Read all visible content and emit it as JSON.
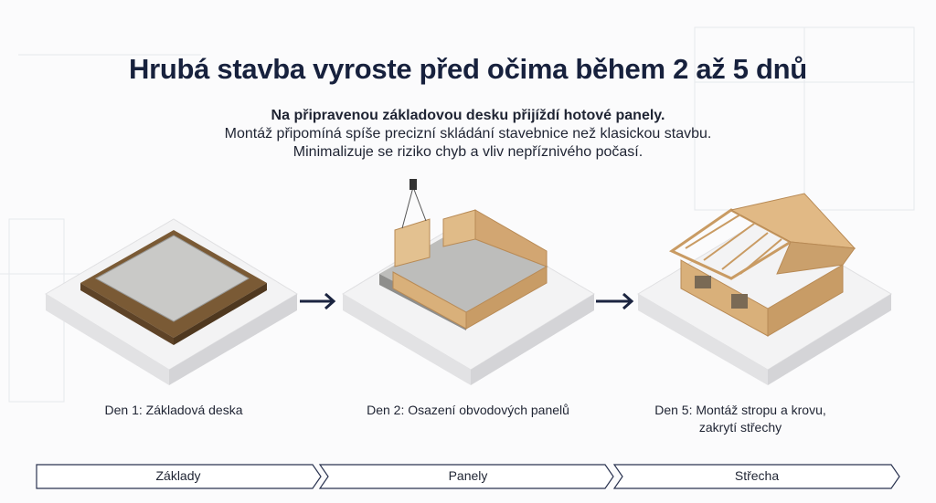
{
  "title": "Hrubá stavba vyroste před očima během 2 až 5 dnů",
  "subtitle": {
    "line1": "Na připravenou základovou desku přijíždí hotové panely.",
    "line2": "Montáž připomíná spíše precizní skládání stavebnice než klasickou stavbu.",
    "line3": "Minimalizuje se riziko chyb a vliv nepříznivého počasí."
  },
  "steps": [
    {
      "caption": "Den 1: Základová deska",
      "caption2": ""
    },
    {
      "caption": "Den 2: Osazení obvodových panelů",
      "caption2": ""
    },
    {
      "caption": "Den 5: Montáž stropu a krovu,",
      "caption2": "zakrytí střechy"
    }
  ],
  "phases": [
    "Základy",
    "Panely",
    "Střecha"
  ],
  "colors": {
    "title": "#17213d",
    "arrow": "#1b2440",
    "wood": "#d9b07a",
    "concrete": "#cfcfcf"
  }
}
